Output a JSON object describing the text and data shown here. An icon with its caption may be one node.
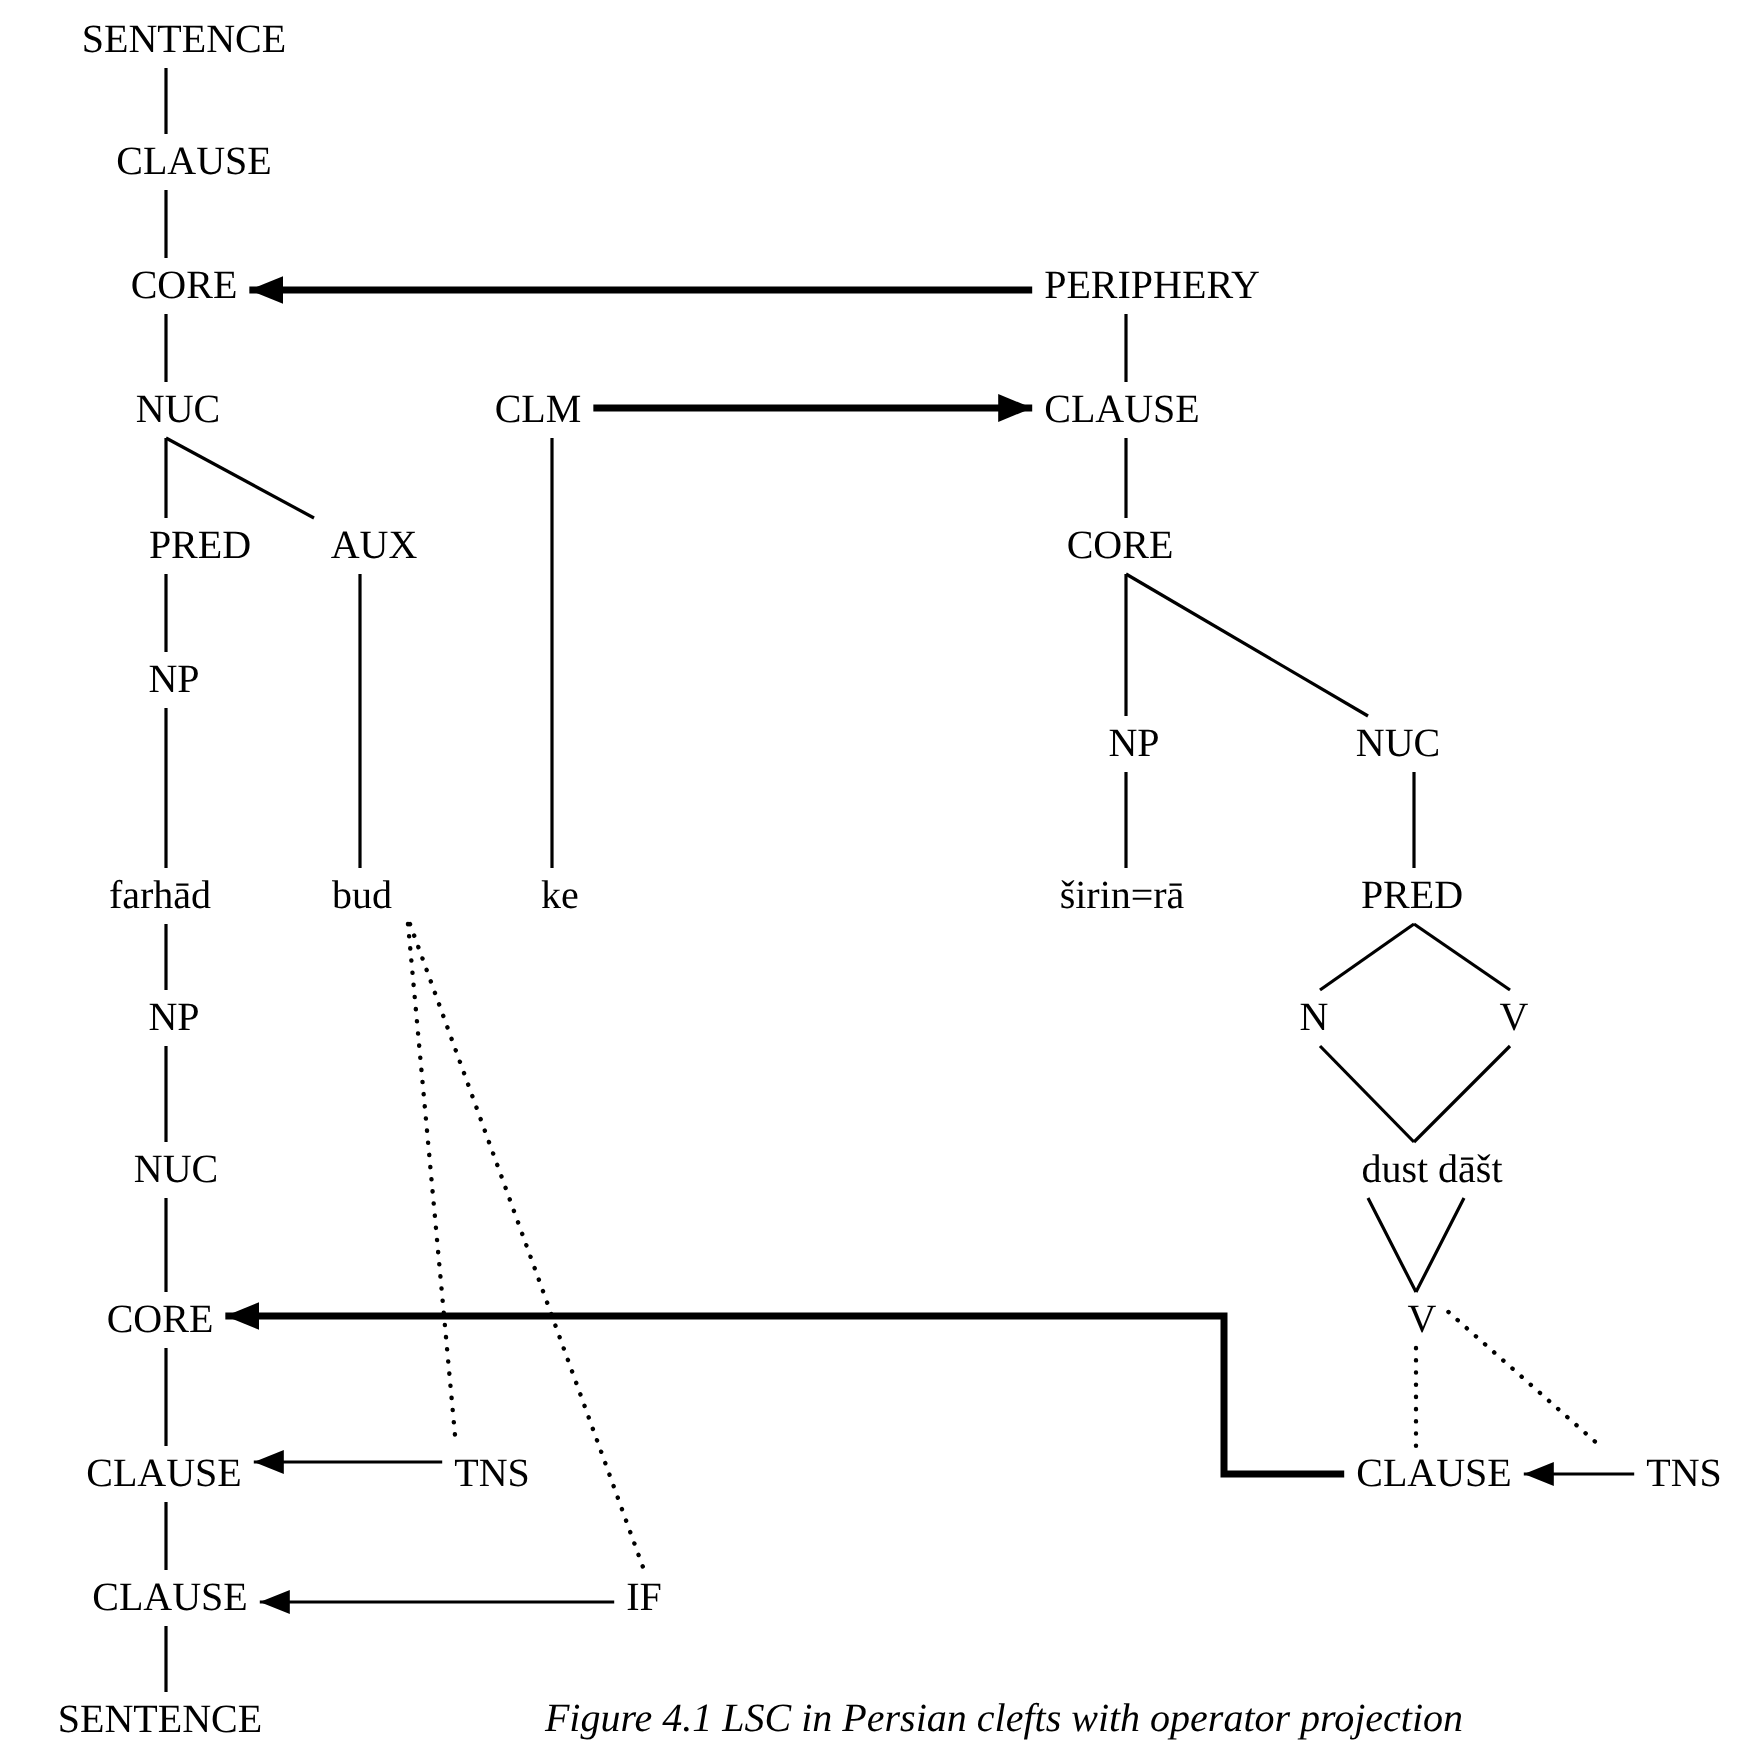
{
  "diagram": {
    "caption": "Figure 4.1 LSC in Persian clefts with operator projection",
    "nodes": [
      {
        "text": [
          "SENTENCE"
        ]
      },
      {
        "text": [
          "CLAUSE"
        ]
      },
      {
        "text": [
          "CORE"
        ]
      },
      {
        "text": [
          "NUC"
        ]
      },
      {
        "text": [
          "PRED"
        ]
      },
      {
        "text": [
          "AUX"
        ]
      },
      {
        "text": [
          "NP"
        ]
      },
      {
        "text": [
          "farhād"
        ]
      },
      {
        "text": [
          "bud"
        ]
      },
      {
        "text": [
          "ke"
        ]
      },
      {
        "text": [
          "CLM"
        ]
      },
      {
        "text": [
          "PERIPHERY"
        ]
      },
      {
        "text": [
          "CLAUSE"
        ]
      },
      {
        "text": [
          "CORE"
        ]
      },
      {
        "text": [
          "NP"
        ]
      },
      {
        "text": [
          "NUC"
        ]
      },
      {
        "text": [
          "širin=rā"
        ]
      },
      {
        "text": [
          "PRED"
        ]
      },
      {
        "text": [
          "N"
        ]
      },
      {
        "text": [
          "V"
        ]
      },
      {
        "text": [
          "dust dāšt"
        ]
      },
      {
        "text": [
          "V"
        ]
      },
      {
        "text": [
          "CLAUSE"
        ]
      },
      {
        "text": [
          "TNS"
        ]
      },
      {
        "text": [
          "NP"
        ]
      },
      {
        "text": [
          "NUC"
        ]
      },
      {
        "text": [
          "CORE"
        ]
      },
      {
        "text": [
          "CLAUSE"
        ]
      },
      {
        "text": [
          "TNS"
        ]
      },
      {
        "text": [
          "CLAUSE"
        ]
      },
      {
        "text": [
          "IF"
        ]
      },
      {
        "text": [
          "SENTENCE"
        ]
      }
    ],
    "edges": [
      {
        "from": 0,
        "to": 1,
        "arrow": "none"
      },
      {
        "from": 1,
        "to": 2,
        "arrow": "none"
      },
      {
        "from": 2,
        "to": 3,
        "arrow": "none"
      },
      {
        "from": 3,
        "to": 4,
        "arrow": "none"
      },
      {
        "from": 3,
        "to": 5,
        "arrow": "none"
      },
      {
        "from": 4,
        "to": 6,
        "arrow": "none"
      },
      {
        "from": 6,
        "to": 7,
        "arrow": "none"
      },
      {
        "from": 5,
        "to": 8,
        "arrow": "none"
      },
      {
        "from": 10,
        "to": 9,
        "arrow": "none"
      },
      {
        "from": 11,
        "to": 12,
        "arrow": "none"
      },
      {
        "from": 12,
        "to": 13,
        "arrow": "none"
      },
      {
        "from": 13,
        "to": 14,
        "arrow": "none"
      },
      {
        "from": 13,
        "to": 15,
        "arrow": "none"
      },
      {
        "from": 14,
        "to": 16,
        "arrow": "none"
      },
      {
        "from": 15,
        "to": 17,
        "arrow": "none"
      },
      {
        "from": 17,
        "to": 18,
        "arrow": "none"
      },
      {
        "from": 17,
        "to": 19,
        "arrow": "none"
      },
      {
        "from": 18,
        "to": 20,
        "arrow": "none"
      },
      {
        "from": 19,
        "to": 20,
        "arrow": "none"
      },
      {
        "from": 20,
        "to": 21,
        "arrow": "none"
      },
      {
        "from": 7,
        "to": 24,
        "arrow": "none"
      },
      {
        "from": 24,
        "to": 25,
        "arrow": "none"
      },
      {
        "from": 25,
        "to": 26,
        "arrow": "none"
      },
      {
        "from": 26,
        "to": 27,
        "arrow": "none"
      },
      {
        "from": 27,
        "to": 29,
        "arrow": "none"
      },
      {
        "from": 29,
        "to": 31,
        "arrow": "none"
      },
      {
        "from": 11,
        "to": 2,
        "arrow": "to",
        "style": "thick"
      },
      {
        "from": 10,
        "to": 12,
        "arrow": "to",
        "style": "thick"
      },
      {
        "from": 22,
        "to": 26,
        "arrow": "to",
        "style": "thick"
      },
      {
        "from": 28,
        "to": 27,
        "arrow": "to"
      },
      {
        "from": 30,
        "to": 29,
        "arrow": "to"
      },
      {
        "from": 23,
        "to": 22,
        "arrow": "to"
      },
      {
        "from": 8,
        "to": 28,
        "arrow": "none",
        "style": "dashed"
      },
      {
        "from": 8,
        "to": 30,
        "arrow": "none",
        "style": "dashed"
      },
      {
        "from": 21,
        "to": 22,
        "arrow": "none",
        "style": "dashed"
      },
      {
        "from": 21,
        "to": 23,
        "arrow": "none",
        "style": "dashed"
      }
    ]
  }
}
